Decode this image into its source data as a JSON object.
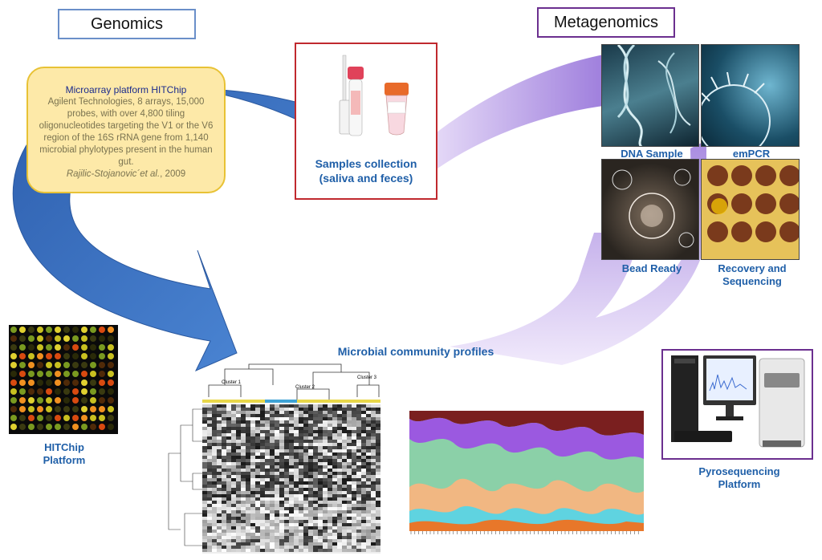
{
  "titles": {
    "genomics": "Genomics",
    "metagenomics": "Metagenomics"
  },
  "hitchip_note": {
    "heading": "Microarray platform HITChip",
    "body": "Agilent Technologies, 8 arrays, 15,000 probes, with over 4,800 tiling oligonucleotides targeting the V1 or the V6 region of the 16S rRNA gene from 1,140 microbial phylotypes present in the human gut.",
    "citation_authors": "Rajilic-Stojanovic´et al.",
    "citation_year": ", 2009"
  },
  "samples": {
    "line1": "Samples collection",
    "line2": "(saliva and feces)"
  },
  "steps": {
    "dna_sample": "DNA Sample",
    "empcr": "emPCR",
    "bead_ready": "Bead Ready",
    "recovery_line1": "Recovery and",
    "recovery_line2": "Sequencing"
  },
  "profiles_title": "Microbial community profiles",
  "hitchip_platform": {
    "line1": "HITChip",
    "line2": "Platform"
  },
  "pyro_platform": {
    "line1": "Pyrosequencing",
    "line2": "Platform"
  },
  "heatmap_clusters": [
    "Cluster 1",
    "Cluster 2",
    "Cluster 3"
  ],
  "colors": {
    "blue_arrow": "#3b72c4",
    "purple_arrow": "#b79be8",
    "label_blue": "#1f5fa8",
    "genomics_border": "#6a8fc9",
    "metagenomics_border": "#6b2f8f",
    "samples_border": "#c0292e",
    "note_fill": "#fde9a8",
    "note_border": "#e8c235"
  }
}
